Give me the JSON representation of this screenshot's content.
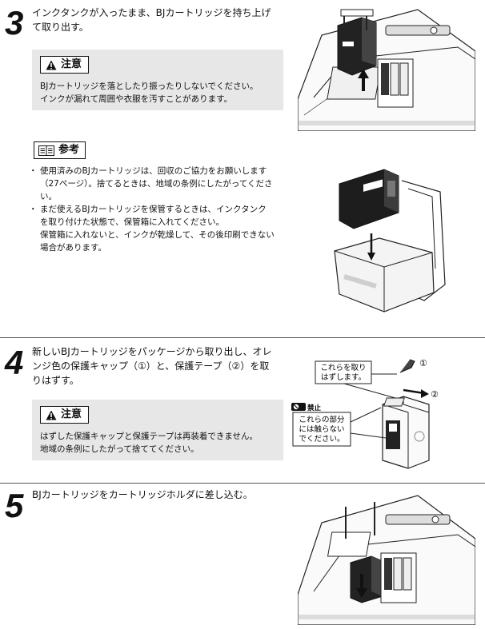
{
  "step3": {
    "number": "3",
    "text": [
      "インクタンクが入ったまま、BJカートリッジを持ち上げ",
      "て取り出す。"
    ],
    "caution": {
      "title": "注意",
      "lines": [
        "BJカートリッジを落としたり振ったりしないでください。",
        "インクが漏れて周囲や衣服を汚すことがあります。"
      ]
    },
    "reference": {
      "title": "参考",
      "items": [
        [
          "使用済みのBJカートリッジは、回収のご協力をお願いします",
          "（27ページ）。捨てるときは、地域の条例にしたがってくださ",
          "い。"
        ],
        [
          "まだ使えるBJカートリッジを保管するときは、インクタンク",
          "を取り付けた状態で、保管箱に入れてください。",
          "保管箱に入れないと、インクが乾燥して、その後印刷できない",
          "場合があります。"
        ]
      ]
    }
  },
  "step4": {
    "number": "4",
    "text": [
      "新しいBJカートリッジをパッケージから取り出し、オレ",
      "ンジ色の保護キャップ（①）と、保護テープ（②）を取",
      "りはずす。"
    ],
    "caution": {
      "title": "注意",
      "lines": [
        "はずした保護キャップと保護テープは再装着できません。",
        "地域の条例にしたがって捨ててください。"
      ]
    },
    "illustration": {
      "callout_remove": [
        "これらを取り",
        "はずします。"
      ],
      "marker1": "①",
      "marker2": "②",
      "prohibited_label": "禁止",
      "callout_donttouch": [
        "これらの部分",
        "には触らない",
        "でください。"
      ]
    }
  },
  "step5": {
    "number": "5",
    "text": [
      "BJカートリッジをカートリッジホルダに差し込む。"
    ]
  }
}
